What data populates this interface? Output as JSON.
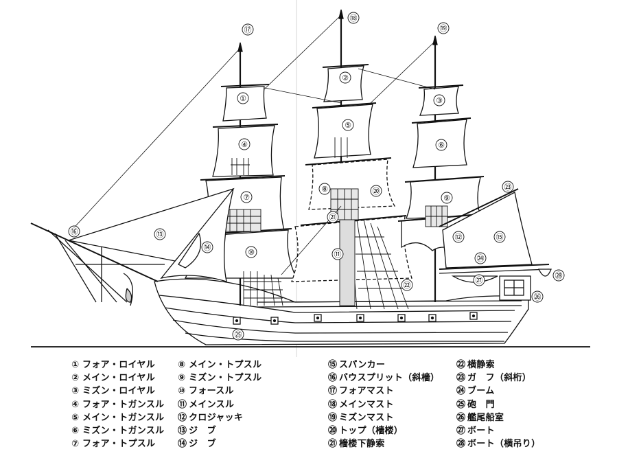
{
  "diagram": {
    "callouts": [
      "①",
      "②",
      "③",
      "④",
      "⑤",
      "⑥",
      "⑦",
      "⑧",
      "⑨",
      "⑩",
      "⑪",
      "⑫",
      "⑬",
      "⑭",
      "⑮",
      "⑯",
      "⑰",
      "⑱",
      "⑲",
      "⑳",
      "㉑",
      "㉒",
      "㉓",
      "㉔",
      "㉕",
      "㉖",
      "㉗",
      "㉘"
    ]
  },
  "legend": [
    [
      {
        "num": "①",
        "text": "フォア・ロイヤル"
      },
      {
        "num": "②",
        "text": "メイン・ロイヤル"
      },
      {
        "num": "③",
        "text": "ミズン・ロイヤル"
      },
      {
        "num": "④",
        "text": "フォア・トガンスル"
      },
      {
        "num": "⑤",
        "text": "メイン・トガンスル"
      },
      {
        "num": "⑥",
        "text": "ミズン・トガンスル"
      },
      {
        "num": "⑦",
        "text": "フォア・トプスル"
      }
    ],
    [
      {
        "num": "⑧",
        "text": "メイン・トプスル"
      },
      {
        "num": "⑨",
        "text": "ミズン・トプスル"
      },
      {
        "num": "⑩",
        "text": "フォースル"
      },
      {
        "num": "⑪",
        "text": "メインスル"
      },
      {
        "num": "⑫",
        "text": "クロジャッキ"
      },
      {
        "num": "⑬",
        "text": "ジ　ブ"
      },
      {
        "num": "⑭",
        "text": "ジ　ブ"
      }
    ],
    [
      {
        "num": "⑮",
        "text": "スパンカー"
      },
      {
        "num": "⑯",
        "text": "バウスプリット（斜檣）"
      },
      {
        "num": "⑰",
        "text": "フォアマスト"
      },
      {
        "num": "⑱",
        "text": "メインマスト"
      },
      {
        "num": "⑲",
        "text": "ミズンマスト"
      },
      {
        "num": "⑳",
        "text": "トップ（檣楼）"
      },
      {
        "num": "㉑",
        "text": "檣楼下静索"
      }
    ],
    [
      {
        "num": "㉒",
        "text": "横静索"
      },
      {
        "num": "㉓",
        "text": "ガ　フ（斜桁）"
      },
      {
        "num": "㉔",
        "text": "ブーム"
      },
      {
        "num": "㉕",
        "text": "砲　門"
      },
      {
        "num": "㉖",
        "text": "艦尾船室"
      },
      {
        "num": "㉗",
        "text": "ボート"
      },
      {
        "num": "㉘",
        "text": "ボート（横吊り）"
      }
    ]
  ]
}
